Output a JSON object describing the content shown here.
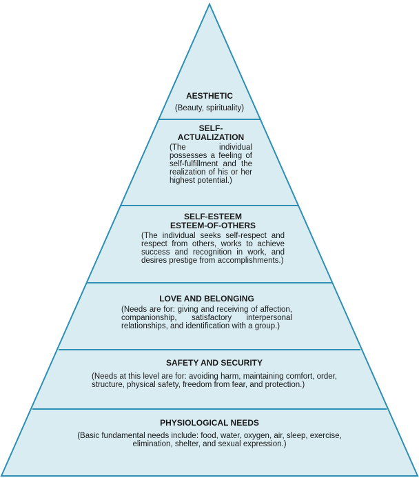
{
  "diagram": {
    "colors": {
      "fill": "#d9ecf2",
      "stroke": "#2e8fb5",
      "text": "#1a1a1a"
    },
    "tiers": [
      {
        "title": "AESTHETIC",
        "desc": "(Beauty, spirituality)"
      },
      {
        "title": "SELF-\nACTUALIZATION",
        "desc": "(The individual possesses a feeling of self-fulfillment and the realization of his or her highest potential.)"
      },
      {
        "title": "SELF-ESTEEM\nESTEEM-OF-OTHERS",
        "desc": "(The individual seeks self-respect and respect from others, works to achieve success and recognition in work, and desires prestige from accomplishments.)"
      },
      {
        "title": "LOVE AND BELONGING",
        "desc": "(Needs are for: giving and receiving of affection, companionship, satisfactory interpersonal relationships, and identification with a group.)"
      },
      {
        "title": "SAFETY AND SECURITY",
        "desc": "(Needs at this level are for: avoiding harm, maintaining comfort, order, structure, physical safety, freedom from fear, and protection.)"
      },
      {
        "title": "PHYSIOLOGICAL NEEDS",
        "desc": "(Basic fundamental needs include: food, water, oxygen, air, sleep, exercise, elimination, shelter, and sexual expression.)"
      }
    ]
  }
}
